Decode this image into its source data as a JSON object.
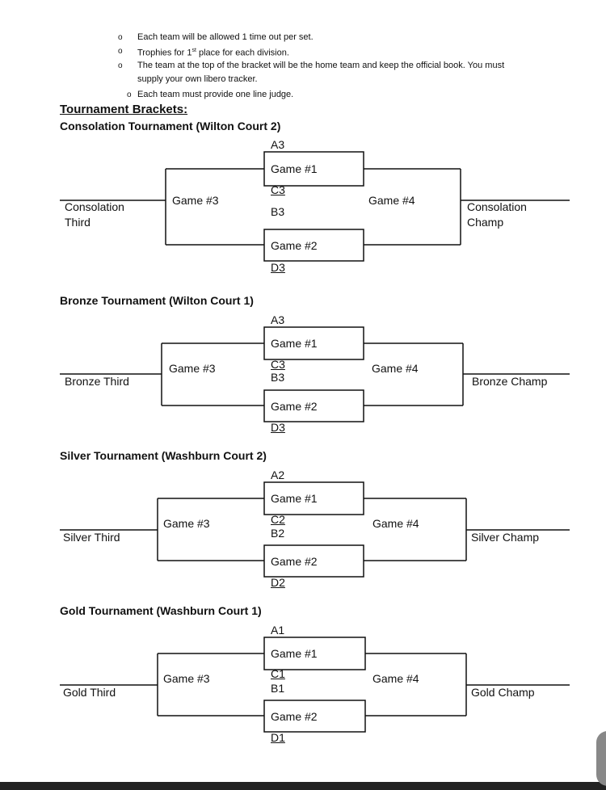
{
  "bullets": [
    {
      "text": "Each team will be allowed 1 time out per set."
    },
    {
      "text": "Trophies for 1st place for each division."
    },
    {
      "text": "The team at the top of the bracket will be the home team and keep the official book. You must"
    },
    {
      "text": "supply your own libero tracker."
    },
    {
      "text": "Each team must provide one line judge."
    }
  ],
  "heading": "Tournament Brackets:",
  "brackets": [
    {
      "title": "Consolation Tournament (Wilton Court 2)",
      "top_seed": "A3",
      "game1": "Game #1",
      "mid_top": "C3",
      "mid_bottom": "B3",
      "game2": "Game #2",
      "bottom_seed": "D3",
      "game3": "Game #3",
      "game4": "Game #4",
      "left_label": "Consolation\nThird",
      "right_label": "Consolation\nChamp"
    },
    {
      "title": "Bronze Tournament (Wilton Court 1)",
      "top_seed": "A3",
      "game1": "Game #1",
      "mid_top": "C3",
      "mid_bottom": "B3",
      "game2": "Game #2",
      "bottom_seed": "D3",
      "game3": "Game #3",
      "game4": "Game #4",
      "left_label": "Bronze Third",
      "right_label": "Bronze Champ"
    },
    {
      "title": "Silver Tournament (Washburn Court 2)",
      "top_seed": "A2",
      "game1": "Game #1",
      "mid_top": "C2",
      "mid_bottom": "B2",
      "game2": "Game #2",
      "bottom_seed": "D2",
      "game3": "Game #3",
      "game4": "Game #4",
      "left_label": "Silver Third",
      "right_label": "Silver Champ"
    },
    {
      "title": "Gold Tournament (Washburn Court 1)",
      "top_seed": "A1",
      "game1": "Game #1",
      "mid_top": "C1",
      "mid_bottom": "B1",
      "game2": "Game #2",
      "bottom_seed": "D1",
      "game3": "Game #3",
      "game4": "Game #4",
      "left_label": "Gold Third",
      "right_label": "Gold Champ"
    }
  ]
}
